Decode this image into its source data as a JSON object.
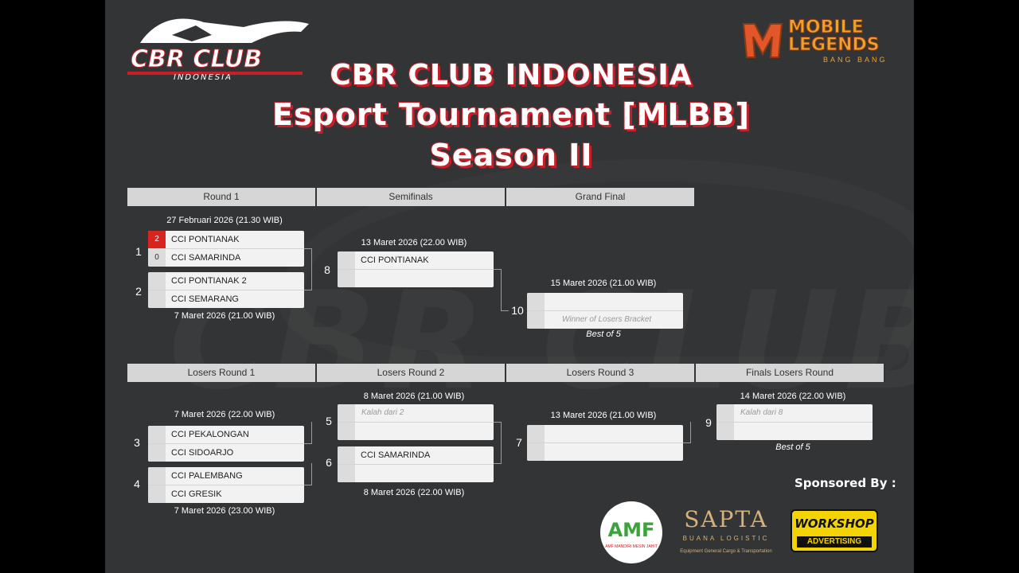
{
  "header": {
    "title_line1": "CBR CLUB INDONESIA",
    "title_line2": "Esport Tournament [MLBB]",
    "title_line3": "Season II"
  },
  "logos": {
    "club_main": "CBR CLUB",
    "club_sub": "INDONESIA",
    "ml_line1": "MOBILE",
    "ml_line2": "LEGENDS",
    "ml_sub": "BANG BANG"
  },
  "winners_headers": [
    "Round 1",
    "Semifinals",
    "Grand Final"
  ],
  "losers_headers": [
    "Losers Round 1",
    "Losers Round 2",
    "Losers Round 3",
    "Finals Losers Round"
  ],
  "matches": {
    "m1": {
      "num": "1",
      "date": "27 Februari 2026 (21.30 WIB)",
      "team1": "CCI PONTIANAK",
      "score1": "2",
      "team2": "CCI SAMARINDA",
      "score2": "0"
    },
    "m2": {
      "num": "2",
      "date": "7 Maret 2026 (21.00 WIB)",
      "team1": "CCI PONTIANAK 2",
      "team2": "CCI SEMARANG"
    },
    "m8": {
      "num": "8",
      "date": "13 Maret 2026 (22.00 WIB)",
      "team1": "CCI PONTIANAK",
      "team2": ""
    },
    "m10": {
      "num": "10",
      "date": "15 Maret 2026 (21.00 WIB)",
      "team1": "",
      "team2": "Winner of Losers Bracket",
      "note": "Best of 5"
    },
    "m3": {
      "num": "3",
      "date": "7 Maret 2026 (22.00 WIB)",
      "team1": "CCI PEKALONGAN",
      "team2": "CCI SIDOARJO"
    },
    "m4": {
      "num": "4",
      "date": "7 Maret 2026 (23.00 WIB)",
      "team1": "CCI PALEMBANG",
      "team2": "CCI GRESIK"
    },
    "m5": {
      "num": "5",
      "date": "8 Maret 2026 (21.00 WIB)",
      "team1": "Kalah dari 2",
      "team2": ""
    },
    "m6": {
      "num": "6",
      "date": "8 Maret 2026 (22.00 WIB)",
      "team1": "CCI SAMARINDA",
      "team2": ""
    },
    "m7": {
      "num": "7",
      "date": "13 Maret 2026 (21.00 WIB)",
      "team1": "",
      "team2": ""
    },
    "m9": {
      "num": "9",
      "date": "14 Maret 2026 (22.00 WIB)",
      "team1": "Kalah dari 8",
      "team2": "",
      "note": "Best of 5"
    }
  },
  "sponsors": {
    "title": "Sponsored By :",
    "s1_mark": "AMF",
    "s1_name": "AMF MANDIRI MESIN JAHIT",
    "s2_name": "SAPTA",
    "s2_sub": "BUANA LOGISTIC",
    "s2_tag": "Equipment General Cargo & Transportation",
    "s3_line1": "WORKSHOP",
    "s3_line2": "ADVERTISING"
  },
  "colors": {
    "background": "#333435",
    "header_bar": "#d6d6d6",
    "win_score": "#d9231f",
    "title_stroke": "#c8202a",
    "ml_orange": "#f0a12a",
    "workshop_yellow": "#f4d400"
  }
}
